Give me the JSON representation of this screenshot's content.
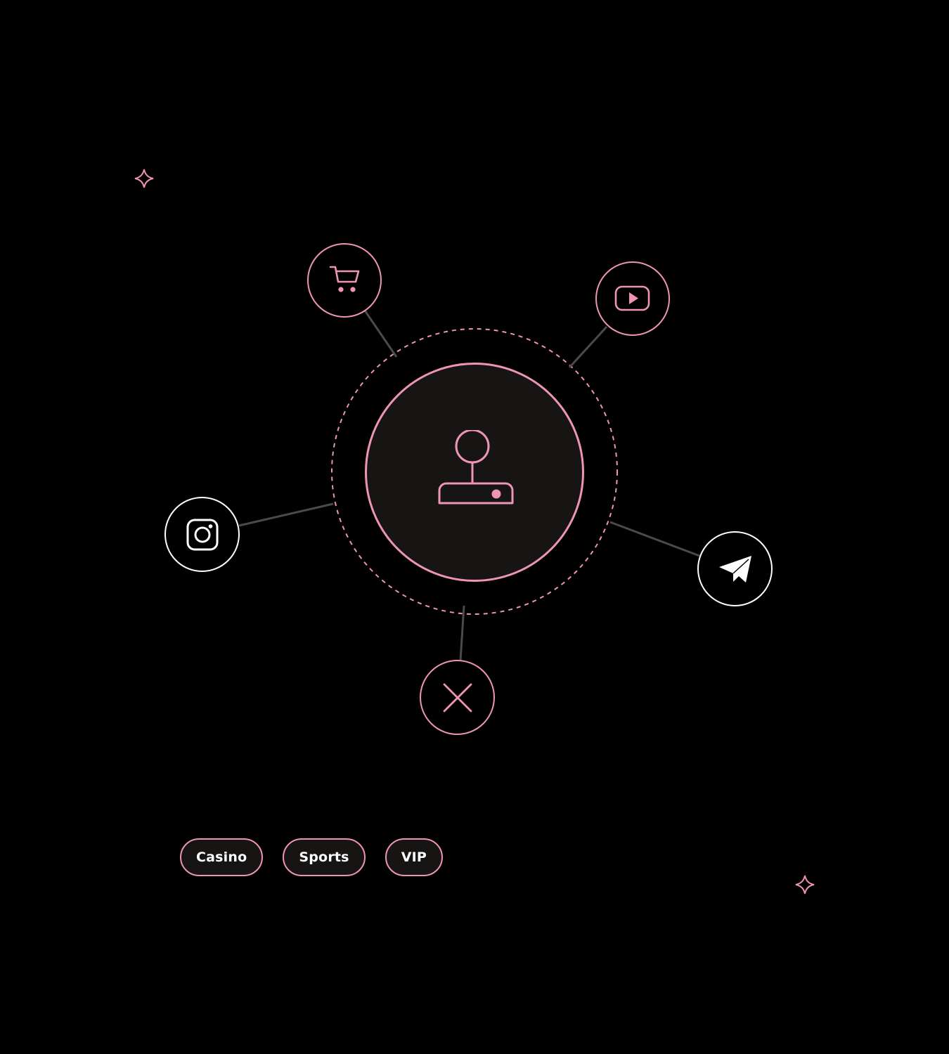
{
  "colors": {
    "background": "#000000",
    "accent": "#ee94b4",
    "hub_fill": "#161514",
    "connector": "#4a4a4a",
    "white": "#ffffff"
  },
  "hub": {
    "icon": "joystick-icon"
  },
  "nodes": [
    {
      "name": "cart",
      "icon": "shopping-cart-icon"
    },
    {
      "name": "youtube",
      "icon": "youtube-icon"
    },
    {
      "name": "instagram",
      "icon": "instagram-icon"
    },
    {
      "name": "telegram",
      "icon": "telegram-icon"
    },
    {
      "name": "x",
      "icon": "x-icon"
    }
  ],
  "tags": {
    "casino": "Casino",
    "sports": "Sports",
    "vip": "VIP"
  },
  "decorations": [
    "sparkle-icon",
    "sparkle-icon"
  ]
}
